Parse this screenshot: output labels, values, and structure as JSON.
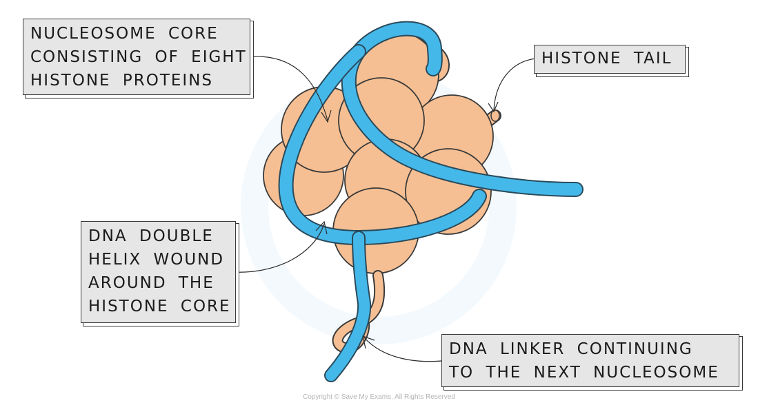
{
  "labels": {
    "core": [
      "NUCLEOSOME CORE",
      "CONSISTING OF EIGHT",
      "HISTONE PROTEINS"
    ],
    "tail": [
      "HISTONE TAIL"
    ],
    "dna": [
      "DNA DOUBLE",
      "HELIX WOUND",
      "AROUND THE",
      "HISTONE CORE"
    ],
    "linker": [
      "DNA LINKER CONTINUING",
      "TO THE NEXT NUCLEOSOME"
    ]
  },
  "copyright": "Copyright © Save My Exams. All Rights Reserved",
  "colors": {
    "histone_fill": "#f5bf93",
    "histone_stroke": "#3a3a3a",
    "dna": "#45b8ea",
    "label_bg": "#e6e6e6"
  }
}
